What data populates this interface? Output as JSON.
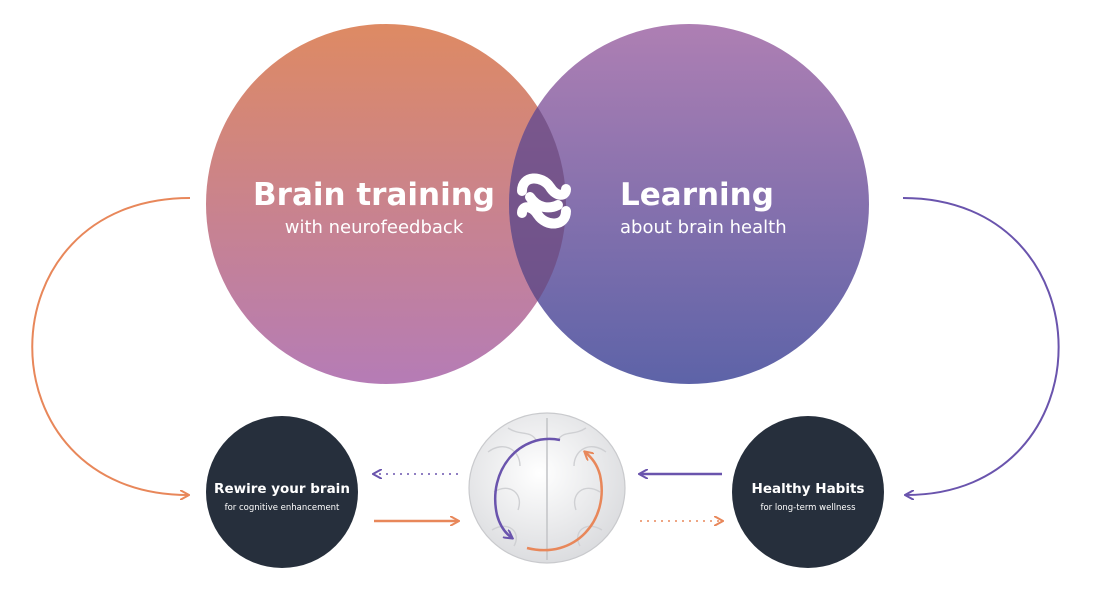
{
  "left_circle": {
    "title": "Brain training",
    "subtitle": "with neurofeedback"
  },
  "right_circle": {
    "title": "Learning",
    "subtitle": "about brain health"
  },
  "left_node": {
    "title": "Rewire your brain",
    "subtitle": "for cognitive enhancement"
  },
  "right_node": {
    "title": "Healthy Habits",
    "subtitle": "for long-term wellness"
  },
  "center_icon": "brain-icon",
  "logo_icon": "neuro-wave-logo-icon",
  "colors": {
    "orange": "#e8875a",
    "purple": "#6a54ad",
    "navy": "#262f3c",
    "left_circle_top": "#de8a63",
    "left_circle_bottom": "#b57cb6",
    "right_circle_top": "#ae7fb3",
    "right_circle_bottom": "#5d63a8",
    "overlap": "#6d4a7e"
  }
}
